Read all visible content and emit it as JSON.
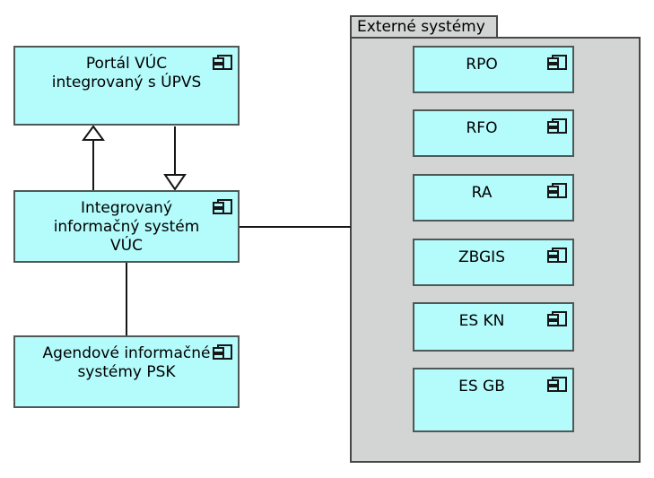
{
  "diagram": {
    "type": "uml-component-diagram",
    "colors": {
      "component_fill": "#b4fbfb",
      "container_fill": "#d2d5d4",
      "component_border": "#4e5858",
      "container_border": "#474747",
      "line_color": "#161616",
      "text_color": "#000000",
      "background": "#ffffff"
    },
    "left_components": [
      {
        "id": "portal-vuc",
        "lines": [
          "Portál VÚC",
          "integrovaný s ÚPVS"
        ]
      },
      {
        "id": "iis-vuc",
        "lines": [
          "Integrovaný",
          "informačný systém",
          "VÚC"
        ]
      },
      {
        "id": "ais-psk",
        "lines": [
          "Agendové informačné",
          "systémy PSK"
        ]
      }
    ],
    "external_group": {
      "label": "Externé systémy",
      "components": [
        "RPO",
        "RFO",
        "RA",
        "ZBGIS",
        "ES KN",
        "ES GB"
      ]
    },
    "connectors": [
      {
        "from": "iis-vuc",
        "to": "portal-vuc",
        "type": "generalization",
        "arrowhead": "hollow-triangle-up"
      },
      {
        "from": "portal-vuc",
        "to": "iis-vuc",
        "type": "generalization",
        "arrowhead": "hollow-triangle-down"
      },
      {
        "from": "iis-vuc",
        "to": "ais-psk",
        "type": "association"
      },
      {
        "from": "iis-vuc",
        "to": "external-systems-group",
        "type": "association"
      }
    ]
  }
}
